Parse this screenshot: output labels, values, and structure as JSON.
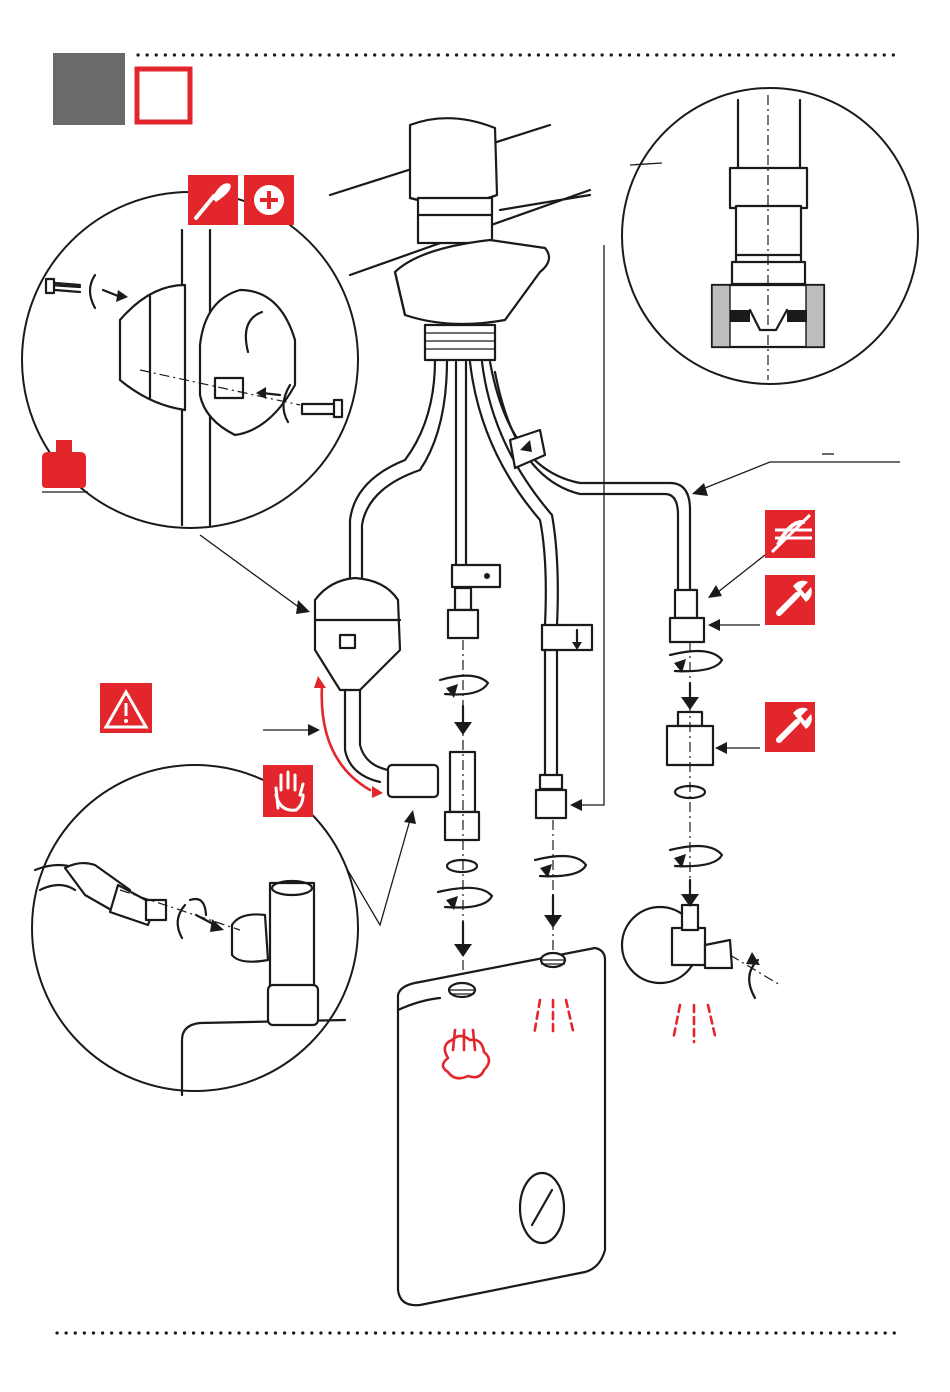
{
  "colors": {
    "accent_red": "#e3262b",
    "step_box_grey": "#6a6a6a",
    "line": "#1a1a1a",
    "background": "#ffffff"
  },
  "icons": [
    "step-number-box",
    "step-checkbox",
    "screwdriver-icon",
    "phillips-screw-icon",
    "weight-icon",
    "warning-triangle-icon",
    "hand-stop-icon",
    "no-sealant-icon",
    "wrench-icon",
    "wrench-icon-2"
  ]
}
